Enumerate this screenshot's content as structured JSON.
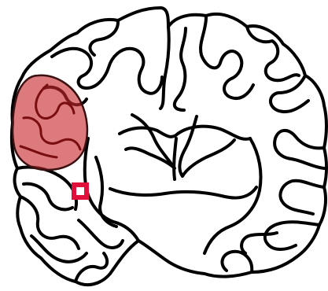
{
  "figure": {
    "subject": "coronal-brain-section-line-drawing",
    "stroke_color": "#000000",
    "background_color": "#ffffff"
  },
  "highlight_region": {
    "shape": "rounded-blob",
    "fill_color": "#c8282d",
    "fill_opacity": 0.62
  },
  "marker": {
    "shape": "hollow-square",
    "stroke_color": "#e0103a",
    "fill_color": "#ffffff"
  }
}
